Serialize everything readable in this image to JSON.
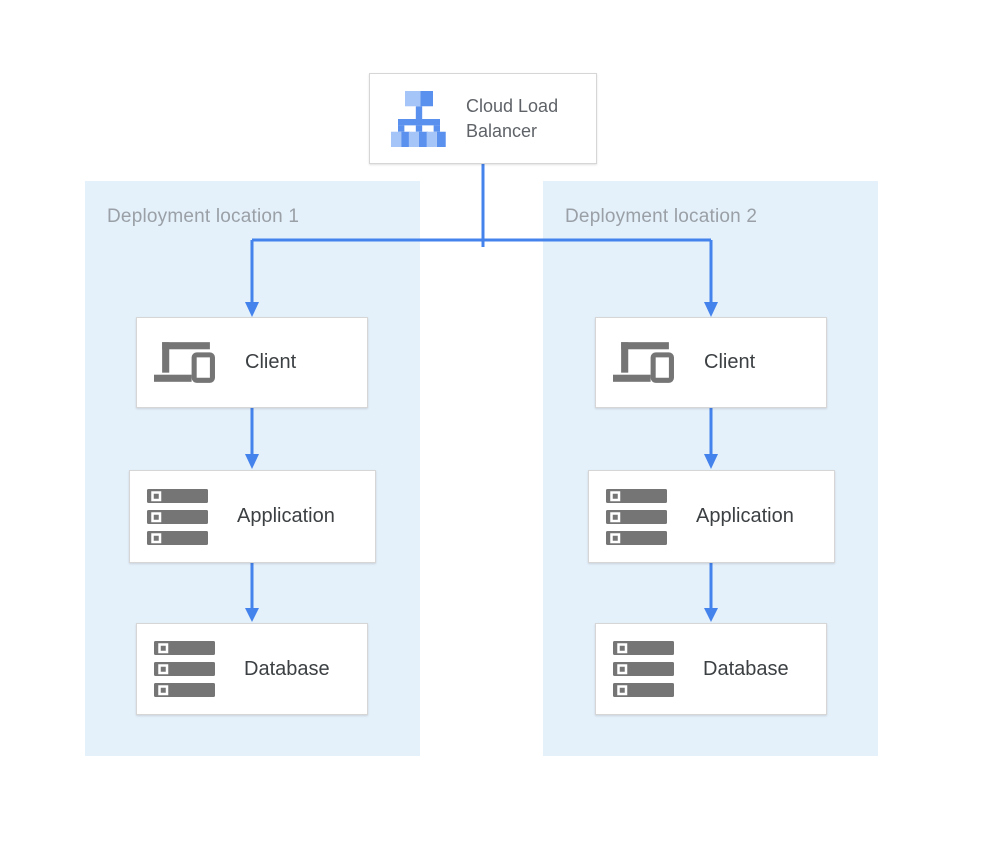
{
  "load_balancer": {
    "label": "Cloud Load Balancer",
    "icon": "load-balancer-icon"
  },
  "zones": [
    {
      "title": "Deployment location 1",
      "nodes": [
        {
          "label": "Client",
          "icon": "client-devices-icon"
        },
        {
          "label": "Application",
          "icon": "server-stack-icon"
        },
        {
          "label": "Database",
          "icon": "server-stack-icon"
        }
      ]
    },
    {
      "title": "Deployment location 2",
      "nodes": [
        {
          "label": "Client",
          "icon": "client-devices-icon"
        },
        {
          "label": "Application",
          "icon": "server-stack-icon"
        },
        {
          "label": "Database",
          "icon": "server-stack-icon"
        }
      ]
    }
  ],
  "connections": [
    "Cloud Load Balancer -> Client (Deployment location 1)",
    "Cloud Load Balancer -> Client (Deployment location 2)",
    "Client -> Application (Deployment location 1)",
    "Application -> Database (Deployment location 1)",
    "Client -> Application (Deployment location 2)",
    "Application -> Database (Deployment location 2)"
  ],
  "colors": {
    "connector_blue": "#4583EC",
    "zone_background": "#E4F0FA",
    "zone_title_text": "#9AA0A6",
    "node_label_text": "#3C4043",
    "lb_label_text": "#5F6368",
    "box_border": "#D6D6D6",
    "icon_gray": "#757575",
    "icon_blue_light": "#A5C4F7",
    "icon_blue_medium": "#5A90EE"
  }
}
